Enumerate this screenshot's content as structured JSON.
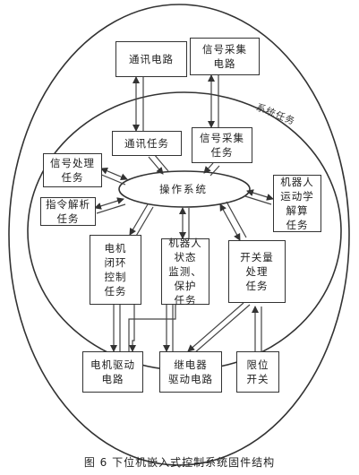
{
  "caption": "图 6  下位机嵌入式控制系统固件结构",
  "outer_label": "系统任务",
  "os": "操作系统",
  "boxes": {
    "comm_circuit": "通讯电路",
    "signal_acq_circuit": "信号采集\n电路",
    "comm_task": "通讯任务",
    "signal_acq_task": "信号采集\n任务",
    "signal_proc_task": "信号处理\n任务",
    "kinematics_task": "机器人\n运动学\n解算\n任务",
    "cmd_parse_task": "指令解析\n任务",
    "motor_loop_task": "电机\n闭环\n控制\n任务",
    "robot_monitor_task": "机器人\n状态\n监测、\n保护\n任务",
    "switch_proc_task": "开关量\n处理\n任务",
    "motor_drive_circuit": "电机驱动\n电路",
    "relay_drive_circuit": "继电器\n驱动电路",
    "limit_switch": "限位\n开关"
  }
}
